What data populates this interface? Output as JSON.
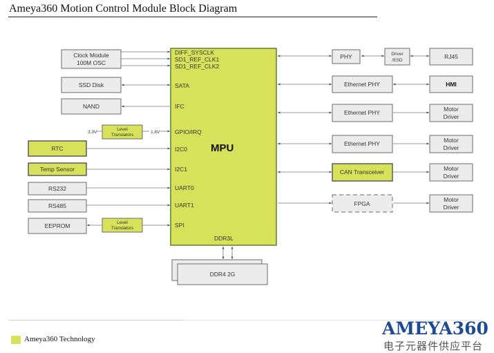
{
  "title": "Ameya360 Motion Control Module Block Diagram",
  "mpu": {
    "label": "MPU",
    "ddr_port": "DDR3L",
    "ports": [
      "DIFF_SYSCLK",
      "SD1_REF_CLK1",
      "SD1_REF_CLK2",
      "SATA",
      "IFC",
      "GPIO/IRQ",
      "I2C0",
      "I2C1",
      "UART0",
      "UART1",
      "SPI"
    ]
  },
  "left_blocks": {
    "clock_line1": "Clock Module",
    "clock_line2": "100M OSC",
    "ssd": "SSD Disk",
    "nand": "NAND",
    "rtc": "RTC",
    "temp": "Temp Sensor",
    "rs232": "RS232",
    "rs485": "RS485",
    "eeprom": "EEPROM"
  },
  "level_translators": {
    "line1": "Level",
    "line2": "Translators",
    "v_low": "3.3V",
    "v_high": "1.8V"
  },
  "right_blocks": {
    "phy": "PHY",
    "driver_esd_line1": "Driver",
    "driver_esd_line2": "/ESD",
    "rj45": "RJ45",
    "ethernet_phy": "Ethernet PHY",
    "hmi": "HMI",
    "motor_line1": "Motor",
    "motor_line2": "Driver",
    "can": "CAN Transceiver",
    "fpga": "FPGA"
  },
  "memory": "DDR4 2G",
  "legend": {
    "label": "Ameya360 Technology",
    "color": "#d7e25a"
  },
  "logo": {
    "main": "AMEYA360",
    "sub": "电子元器件供应平台"
  },
  "colors": {
    "green": "#d7e25a",
    "box": "#ececec",
    "logo_blue": "#1d4a93"
  }
}
